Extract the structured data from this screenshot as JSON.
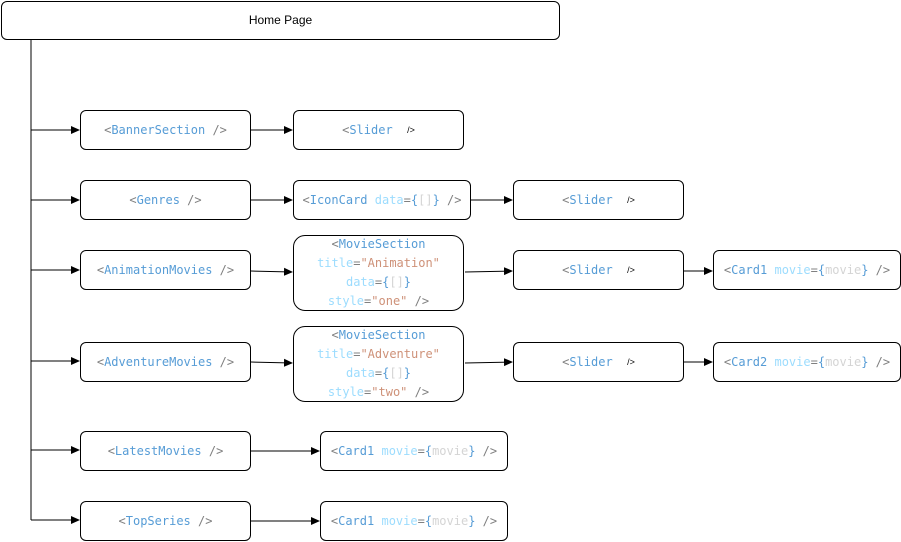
{
  "title": "Home Page",
  "nodes": {
    "banner": "BannerSection",
    "genres": "Genres",
    "animation": "AnimationMovies",
    "adventure": "AdventureMovies",
    "latest": "LatestMovies",
    "topseries": "TopSeries",
    "slider": "Slider",
    "iconcard": "IconCard",
    "moviesection": "MovieSection",
    "card1": "Card1",
    "card2": "Card2"
  },
  "attrs": {
    "data": "data",
    "title": "title",
    "style": "style",
    "movie": "movie"
  },
  "values": {
    "movie": "movie",
    "animation_title": "\"Animation\"",
    "adventure_title": "\"Adventure\"",
    "style_one": "\"one\"",
    "style_two": "\"two\""
  },
  "syntax": {
    "open": "<",
    "close": " />",
    "self_close_slider": "/>",
    "equals": "=",
    "brace_open": "{",
    "brace_close": "}",
    "array_literal": "[]"
  }
}
